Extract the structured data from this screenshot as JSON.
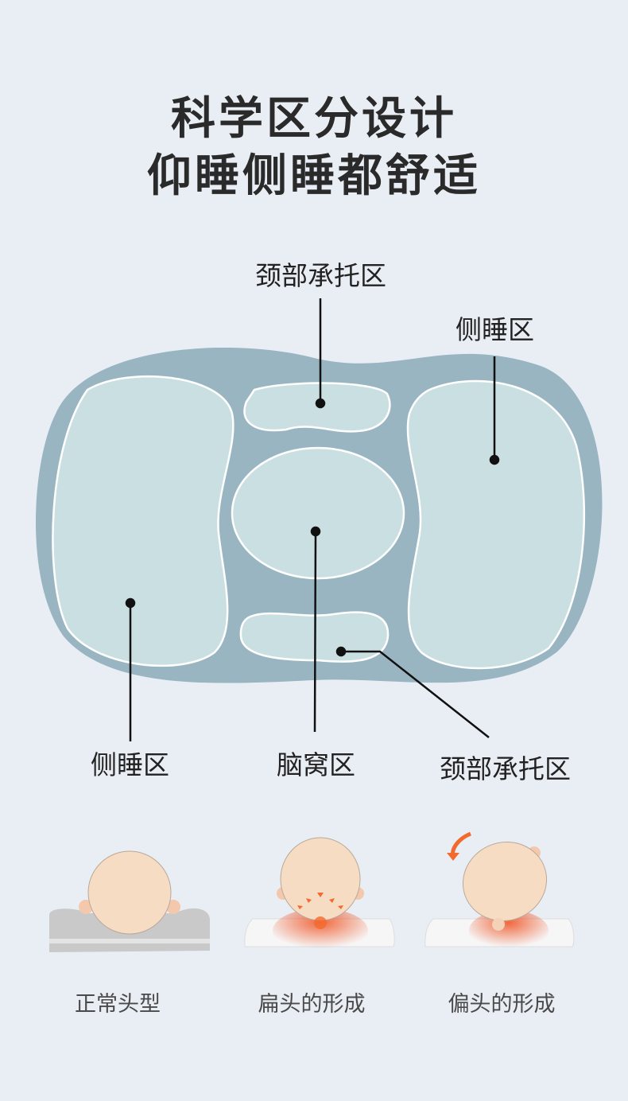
{
  "headline": {
    "line1": "科学区分设计",
    "line2": "仰睡侧睡都舒适"
  },
  "zones": {
    "neck_top": "颈部承托区",
    "side_right": "侧睡区",
    "side_left": "侧睡区",
    "head": "脑窝区",
    "neck_bottom": "颈部承托区"
  },
  "comparison": [
    {
      "caption": "正常头型"
    },
    {
      "caption": "扁头的形成"
    },
    {
      "caption": "偏头的形成"
    }
  ],
  "colors": {
    "background": "#e9eef5",
    "pillow": "#98b5c1",
    "zone": "#cadfe1",
    "accent": "#f26a2e"
  }
}
